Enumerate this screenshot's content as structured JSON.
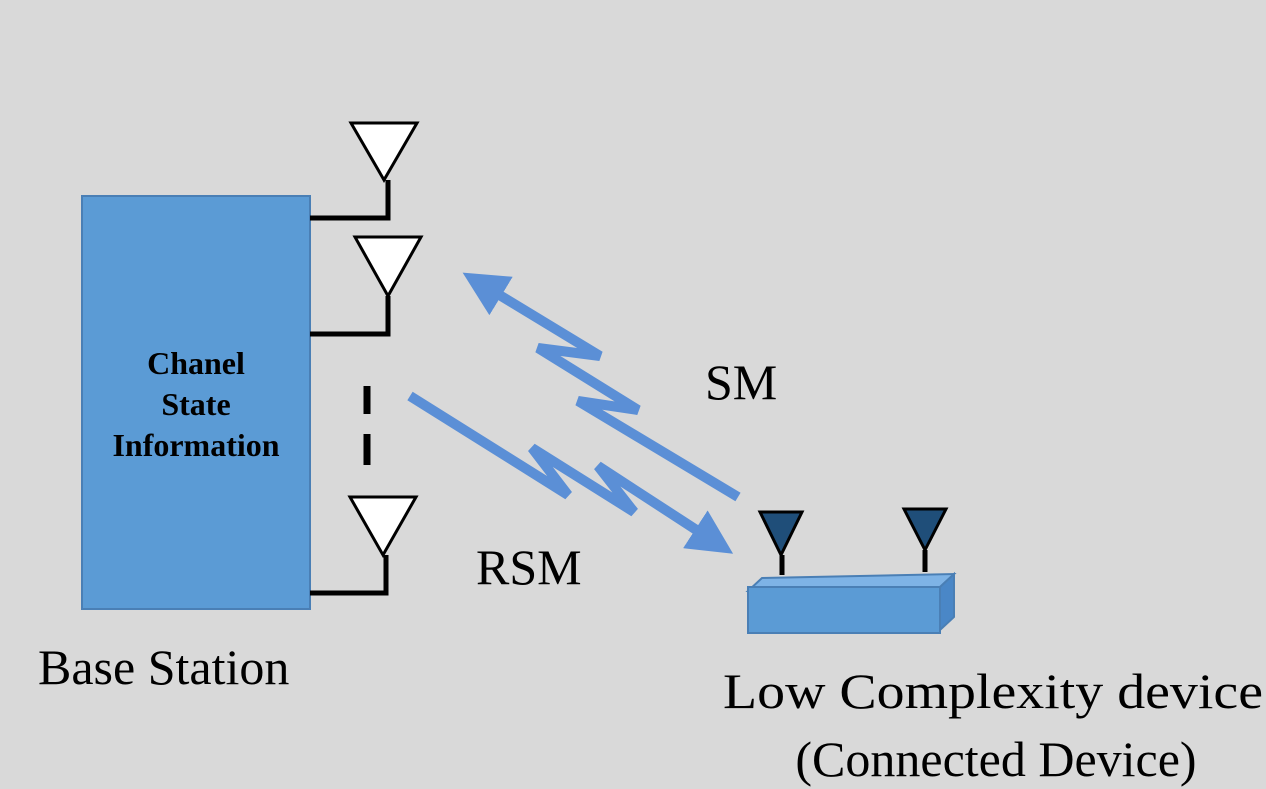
{
  "diagram": {
    "base_station": {
      "label": "Base Station",
      "block_lines": [
        "Chanel",
        "State",
        "Information"
      ]
    },
    "device": {
      "line1": "Low Complexity device",
      "line2": "(Connected Device)"
    },
    "links": {
      "uplink_label": "SM",
      "downlink_label": "RSM"
    },
    "colors": {
      "background": "#d9d9d9",
      "block_fill": "#5b9bd5",
      "block_stroke": "#4a7fb5",
      "arrow": "#5b8fd6",
      "device_antenna": "#1f4e79",
      "antenna_fill": "#ffffff"
    },
    "icons": [
      "antenna-icon",
      "device-antenna-icon",
      "arrow-icon"
    ]
  }
}
